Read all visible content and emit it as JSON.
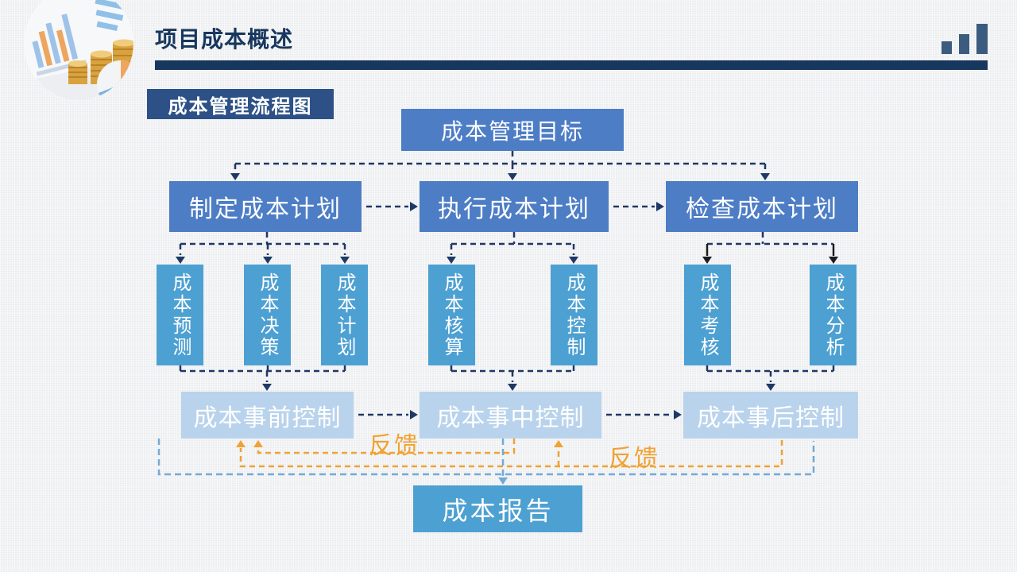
{
  "slide": {
    "title": "项目成本概述",
    "section_badge": "成本管理流程图"
  },
  "flowchart": {
    "goal": "成本管理目标",
    "plan_steps": [
      "制定成本计划",
      "执行成本计划",
      "检查成本计划"
    ],
    "processes": [
      "成本预测",
      "成本决策",
      "成本计划",
      "成本核算",
      "成本控制",
      "成本考核",
      "成本分析"
    ],
    "controls": [
      "成本事前控制",
      "成本事中控制",
      "成本事后控制"
    ],
    "report": "成本报告",
    "feedback_labels": [
      "反馈",
      "反馈"
    ]
  },
  "icons": {
    "top_right": "bar-chart-icon",
    "top_left": "coins-and-charts-photo"
  },
  "colors": {
    "primary_box_blue": "#4d7dc5",
    "process_box_blue": "#4da0d2",
    "control_box_light_blue": "#b9d3ec",
    "navy": "#17375e",
    "dashed_line_navy": "#1f3864",
    "feedback_orange": "#f0a232",
    "report_line_blue": "#74a9d6",
    "badge_navy": "#2d5186"
  }
}
